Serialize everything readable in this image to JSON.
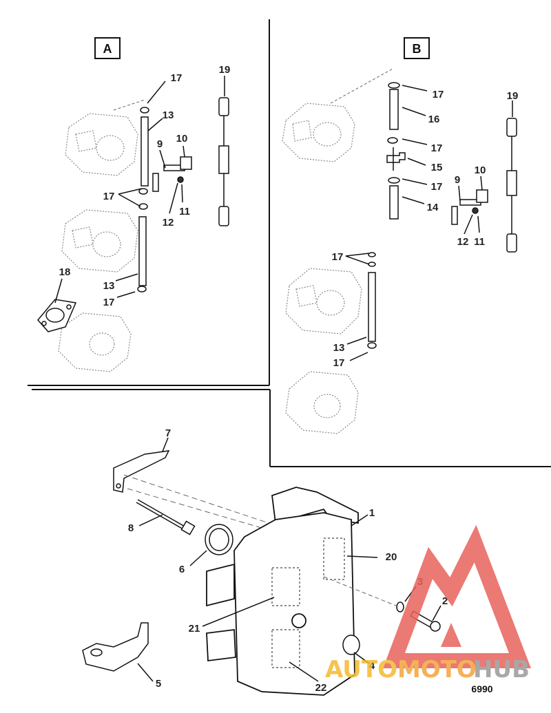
{
  "sections": {
    "a": {
      "title": "A",
      "callouts": {
        "c17a": "17",
        "c13a": "13",
        "c9": "9",
        "c10": "10",
        "c19": "19",
        "c17b": "17",
        "c12": "12",
        "c11": "11",
        "c18": "18",
        "c13b": "13",
        "c17c": "17"
      }
    },
    "b": {
      "title": "B",
      "callouts": {
        "c17a": "17",
        "c16": "16",
        "c17b": "17",
        "c15": "15",
        "c17c": "17",
        "c14": "14",
        "c19": "19",
        "c10": "10",
        "c9": "9",
        "c12": "12",
        "c11": "11",
        "c17d": "17",
        "c13": "13",
        "c17e": "17"
      }
    }
  },
  "main": {
    "callouts": {
      "c7": "7",
      "c8": "8",
      "c6": "6",
      "c1": "1",
      "c20": "20",
      "c3": "3",
      "c2": "2",
      "c21": "21",
      "c5": "5",
      "c4": "4",
      "c22": "22"
    }
  },
  "figure_number": "6990",
  "watermark": {
    "text_auto": "AUTO",
    "text_moto": "MOTO",
    "text_hub": "HUB",
    "colors": {
      "triangle": "#e8625c",
      "auto": "#f5b92e",
      "moto": "#f3a43a",
      "hub": "#999999"
    }
  }
}
